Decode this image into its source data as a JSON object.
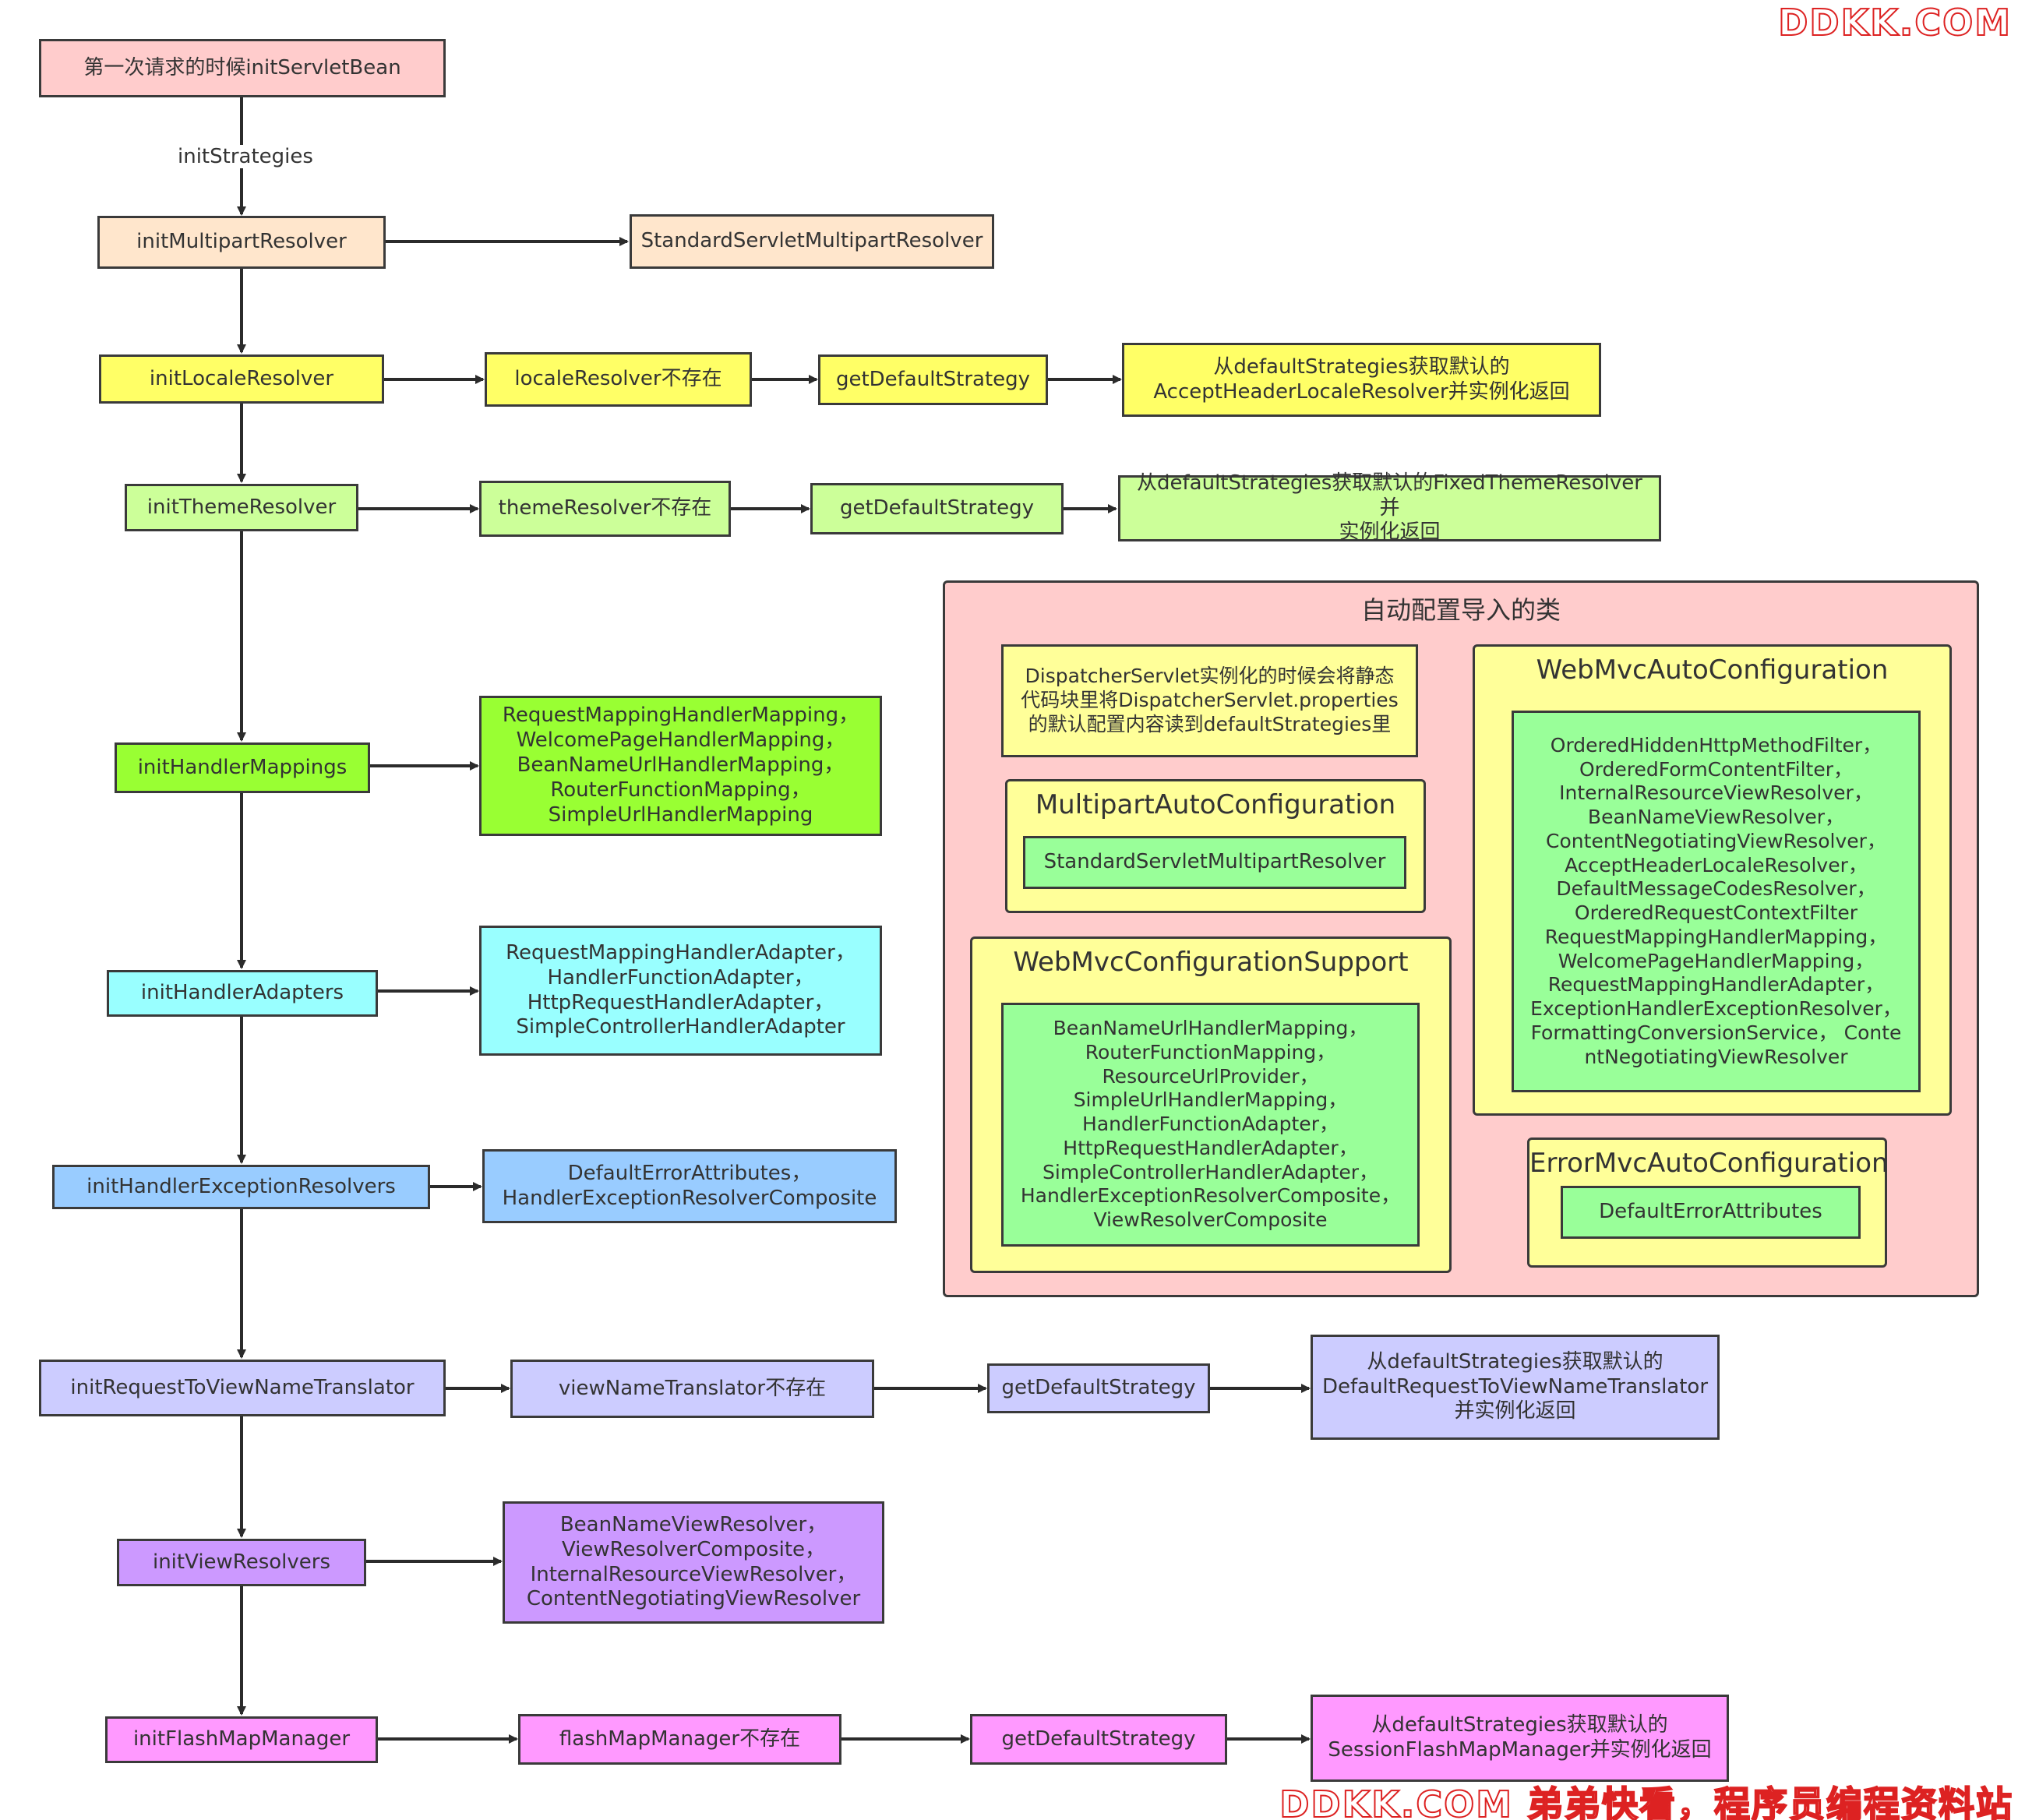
{
  "watermark": {
    "top_right": "DDKK.COM",
    "bottom_right": "DDKK.COM 弟弟快看，程序员编程资料站"
  },
  "edge_labels": {
    "init_strategies": "initStrategies"
  },
  "colors": {
    "pink": "#ffcccc",
    "peach": "#ffe6cc",
    "yellow": "#ffff66",
    "lightgreen": "#ccff99",
    "green": "#99ff33",
    "cyan": "#99ffff",
    "blue": "#99ccff",
    "lavender": "#ccccff",
    "purple": "#cc99ff",
    "magenta": "#ff99ff",
    "paleyellow": "#ffff99",
    "mint": "#99ff99",
    "border": "#3a3a3a"
  },
  "nodes": {
    "first_request": "第一次请求的时候initServletBean",
    "init_multipart": "initMultipartResolver",
    "standard_multipart": "StandardServletMultipartResolver",
    "init_locale": "initLocaleResolver",
    "locale_missing": "localeResolver不存在",
    "locale_get_default": "getDefaultStrategy",
    "locale_result": "从defaultStrategies获取默认的\nAcceptHeaderLocaleResolver并实例化返回",
    "init_theme": "initThemeResolver",
    "theme_missing": "themeResolver不存在",
    "theme_get_default": "getDefaultStrategy",
    "theme_result": "从defaultStrategies获取默认的FixedThemeResolver并\n实例化返回",
    "init_handler_mappings": "initHandlerMappings",
    "handler_mappings_list": "RequestMappingHandlerMapping，\nWelcomePageHandlerMapping，\nBeanNameUrlHandlerMapping，\nRouterFunctionMapping，\nSimpleUrlHandlerMapping",
    "init_handler_adapters": "initHandlerAdapters",
    "handler_adapters_list": "RequestMappingHandlerAdapter，\nHandlerFunctionAdapter，\nHttpRequestHandlerAdapter，\nSimpleControllerHandlerAdapter",
    "init_exception_resolvers": "initHandlerExceptionResolvers",
    "exception_resolvers_list": "DefaultErrorAttributes，\nHandlerExceptionResolverComposite",
    "init_view_name_translator": "initRequestToViewNameTranslator",
    "view_name_missing": "viewNameTranslator不存在",
    "view_name_get_default": "getDefaultStrategy",
    "view_name_result": "从defaultStrategies获取默认的\nDefaultRequestToViewNameTranslator\n并实例化返回",
    "init_view_resolvers": "initViewResolvers",
    "view_resolvers_list": "BeanNameViewResolver，\nViewResolverComposite，\nInternalResourceViewResolver，\nContentNegotiatingViewResolver",
    "init_flash_map": "initFlashMapManager",
    "flash_map_missing": "flashMapManager不存在",
    "flash_map_get_default": "getDefaultStrategy",
    "flash_map_result": "从defaultStrategies获取默认的\nSessionFlashMapManager并实例化返回"
  },
  "auto_config": {
    "title": "自动配置导入的类",
    "note": "DispatcherServlet实例化的时候会将静态\n代码块里将DispatcherServlet.properties\n的默认配置内容读到defaultStrategies里",
    "multipart_auto": {
      "title": "MultipartAutoConfiguration",
      "content": "StandardServletMultipartResolver"
    },
    "webmvc_support": {
      "title": "WebMvcConfigurationSupport",
      "content": "BeanNameUrlHandlerMapping，\nRouterFunctionMapping，\nResourceUrlProvider，\nSimpleUrlHandlerMapping，\nHandlerFunctionAdapter，\nHttpRequestHandlerAdapter，\nSimpleControllerHandlerAdapter，\nHandlerExceptionResolverComposite，\nViewResolverComposite"
    },
    "webmvc_auto": {
      "title": "WebMvcAutoConfiguration",
      "content": "OrderedHiddenHttpMethodFilter，\nOrderedFormContentFilter，\nInternalResourceViewResolver，\nBeanNameViewResolver，\nContentNegotiatingViewResolver，\nAcceptHeaderLocaleResolver，\nDefaultMessageCodesResolver，\nOrderedRequestContextFilter\nRequestMappingHandlerMapping，\nWelcomePageHandlerMapping，\nRequestMappingHandlerAdapter，\nExceptionHandlerExceptionResolver，\nFormattingConversionService， Conte\nntNegotiatingViewResolver"
    },
    "error_mvc_auto": {
      "title": "ErrorMvcAutoConfiguration",
      "content": "DefaultErrorAttributes"
    }
  }
}
